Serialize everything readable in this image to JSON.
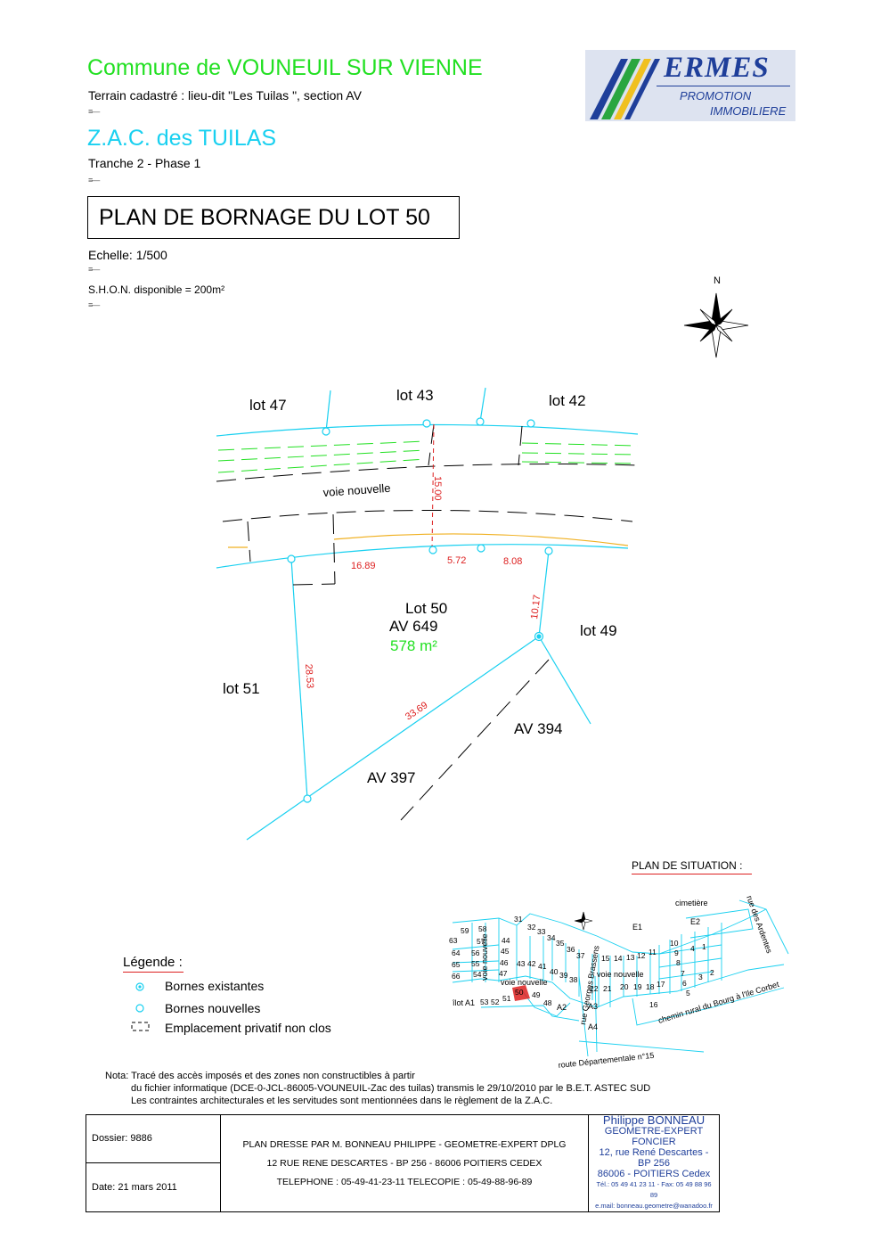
{
  "header": {
    "commune": "Commune de VOUNEUIL SUR VIENNE",
    "terrain": "Terrain cadastré : lieu-dit \"Les Tuilas \", section AV",
    "zac": "Z.A.C. des TUILAS",
    "tranche": "Tranche 2 - Phase 1",
    "plan_title": "PLAN DE BORNAGE DU LOT 50",
    "echelle": "Echelle: 1/500",
    "shon": "S.H.O.N. disponible = 200m²",
    "tick_mark": "≡—"
  },
  "logo": {
    "name": "ERMES",
    "line1": "PROMOTION",
    "line2": "IMMOBILIERE"
  },
  "compass": {
    "label": "N"
  },
  "plan": {
    "lot47": "lot 47",
    "lot43": "lot 43",
    "lot42": "lot 42",
    "voie": "voie nouvelle",
    "lot50": "Lot 50",
    "av649": "AV 649",
    "area": "578 m²",
    "lot49": "lot 49",
    "lot51": "lot 51",
    "av394": "AV 394",
    "av397": "AV 397",
    "dims": {
      "d1500": "15.00",
      "d1689": "16.89",
      "d572": "5.72",
      "d808": "8.08",
      "d1017": "10.17",
      "d2853": "28.53",
      "d3369": "33.69"
    },
    "colors": {
      "line": "#19d0f0",
      "dim": "#dd2020",
      "hedge": "#22e022",
      "orange": "#f0b020"
    }
  },
  "situation": {
    "title": "PLAN DE SITUATION :",
    "labels": {
      "cimetiere": "cimetière",
      "rue_ardentes": "rue des Ardentes",
      "chemin": "chemin rural du Bourg à l'Ile Corbet",
      "route": "route  Départementale   n°15",
      "voie1": "voie nouvelle",
      "voie2": "voie nouvelle",
      "voie3": "voie nouvelle",
      "rue_brasseurs": "rue Georges Brassens",
      "ilot": "îlot A1",
      "e1": "E1",
      "e2": "E2",
      "a2": "A2",
      "a3": "A3",
      "a4": "A4"
    },
    "lots": [
      "31",
      "32",
      "33",
      "34",
      "35",
      "36",
      "37",
      "59",
      "58",
      "57",
      "56",
      "55",
      "54",
      "63",
      "64",
      "65",
      "66",
      "44",
      "45",
      "46",
      "47",
      "43",
      "42",
      "41",
      "40",
      "39",
      "38",
      "15",
      "14",
      "13",
      "12",
      "11",
      "10",
      "9",
      "8",
      "7",
      "6",
      "5",
      "4",
      "3",
      "2",
      "1",
      "22",
      "21",
      "20",
      "19",
      "18",
      "17",
      "16",
      "53",
      "52",
      "51",
      "50",
      "49",
      "48"
    ]
  },
  "legend": {
    "title": "Légende :",
    "item1": "Bornes existantes",
    "item2": "Bornes nouvelles",
    "item3": "Emplacement privatif non clos"
  },
  "nota": {
    "line1": "Nota: Tracé des accès imposés et des zones non constructibles à partir",
    "line2": "du fichier informatique (DCE-0-JCL-86005-VOUNEUIL-Zac des tuilas) transmis  le 29/10/2010 par le B.E.T. ASTEC SUD",
    "line3": "Les contraintes architecturales et les servitudes sont mentionnées dans le règlement de la Z.A.C."
  },
  "cartouche": {
    "dossier": "Dossier: 9886",
    "date": "Date: 21 mars 2011",
    "plan_line1": "PLAN DRESSE PAR M. BONNEAU PHILIPPE - GEOMETRE-EXPERT DPLG",
    "plan_line2": "12 RUE RENE DESCARTES - BP 256 - 86006 POITIERS CEDEX",
    "plan_line3": "TELEPHONE : 05-49-41-23-11  TELECOPIE : 05-49-88-96-89",
    "name": "Philippe BONNEAU",
    "title": "GEOMETRE-EXPERT FONCIER",
    "addr1": "12, rue René Descartes - BP 256",
    "addr2": "86006 -  POITIERS Cedex",
    "tel": "Tél.: 05 49 41 23 11 - Fax: 05 49 88 96 89",
    "email": "e.mail: bonneau.geometre@wanadoo.fr"
  }
}
